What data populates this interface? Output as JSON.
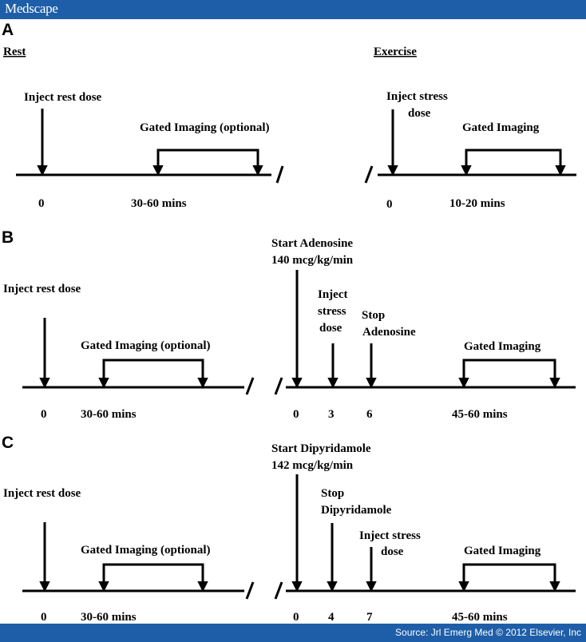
{
  "header": {
    "brand": "Medscape"
  },
  "footer": {
    "source": "Source: Jrl Emerg Med © 2012 Elsevier, Inc"
  },
  "colors": {
    "bar": "#1e5ea8",
    "ink": "#000000"
  },
  "panel_a": {
    "letter": "A",
    "rest": {
      "heading": "Rest",
      "inject": "Inject rest dose",
      "gated": "Gated Imaging (optional)",
      "t0": "0",
      "t1": "30-60 mins"
    },
    "exercise": {
      "heading": "Exercise",
      "inject_line1": "Inject stress",
      "inject_line2": "dose",
      "gated": "Gated Imaging",
      "t0": "0",
      "t1": "10-20 mins"
    }
  },
  "panel_b": {
    "letter": "B",
    "rest": {
      "inject": "Inject rest dose",
      "gated": "Gated Imaging (optional)",
      "t0": "0",
      "t1": "30-60 mins"
    },
    "stress": {
      "start_line1": "Start Adenosine",
      "start_line2": "140 mcg/kg/min",
      "inject_line1": "Inject",
      "inject_line2": "stress",
      "inject_line3": "dose",
      "stop_line1": "Stop",
      "stop_line2": "Adenosine",
      "gated": "Gated Imaging",
      "t0": "0",
      "t1": "3",
      "t2": "6",
      "t3": "45-60 mins"
    }
  },
  "panel_c": {
    "letter": "C",
    "rest": {
      "inject": "Inject rest dose",
      "gated": "Gated Imaging (optional)",
      "t0": "0",
      "t1": "30-60 mins"
    },
    "stress": {
      "start_line1": "Start Dipyridamole",
      "start_line2": "142 mcg/kg/min",
      "stop_line1": "Stop",
      "stop_line2": "Dipyridamole",
      "inject_line1": "Inject stress",
      "inject_line2": "dose",
      "gated": "Gated Imaging",
      "t0": "0",
      "t1": "4",
      "t2": "7",
      "t3": "45-60 mins"
    }
  }
}
